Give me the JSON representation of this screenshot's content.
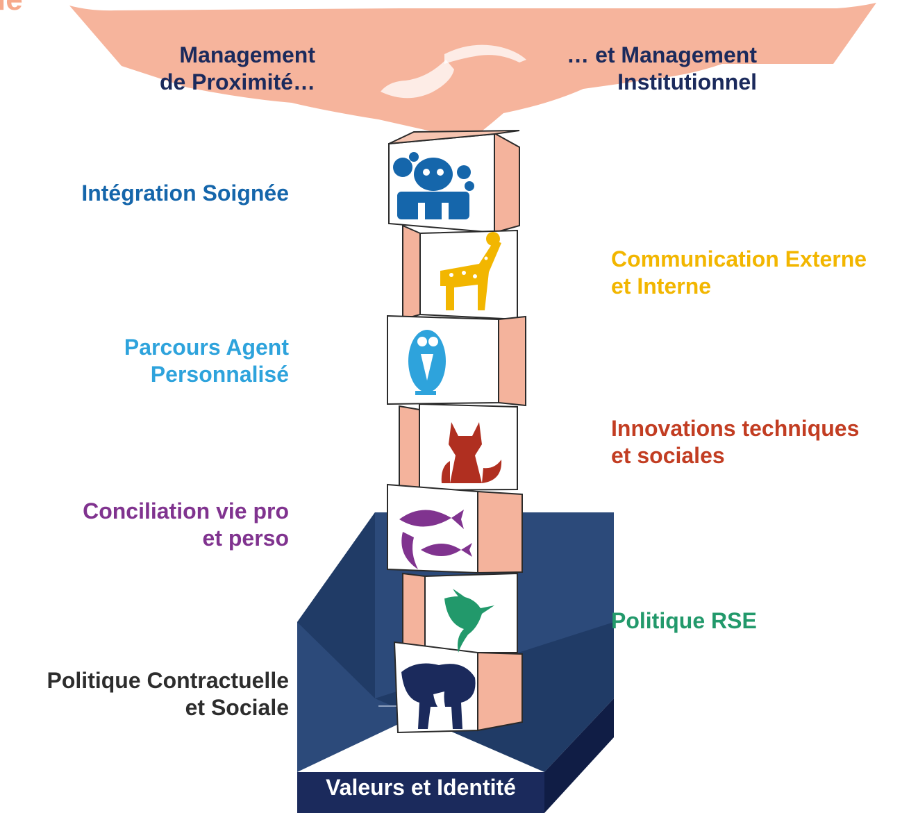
{
  "handshake": {
    "left_label": [
      "Management",
      "de Proximité…"
    ],
    "right_label": [
      "… et Management",
      "Institutionnel"
    ]
  },
  "pillars": [
    {
      "lines": [
        "Intégration Soignée"
      ],
      "side": "left",
      "color": "#1566ab",
      "icon": "panda-icon"
    },
    {
      "lines": [
        "Communication Externe",
        "et Interne"
      ],
      "side": "right",
      "color": "#f2b600",
      "icon": "giraffe-icon"
    },
    {
      "lines": [
        "Parcours Agent",
        "Personnalisé"
      ],
      "side": "left",
      "color": "#2ea3dc",
      "icon": "owl-icon"
    },
    {
      "lines": [
        "Innovations techniques",
        "et sociales"
      ],
      "side": "right",
      "color": "#c23d22",
      "icon": "fox-icon"
    },
    {
      "lines": [
        "Conciliation vie pro",
        "et perso"
      ],
      "side": "left",
      "color": "#80338f",
      "icon": "fish-icon"
    },
    {
      "lines": [
        "Politique RSE"
      ],
      "side": "right",
      "color": "#22996b",
      "icon": "hummingbird-icon"
    },
    {
      "lines": [
        "Politique Contractuelle",
        "et Sociale"
      ],
      "side": "left",
      "color": "#2d2d2d",
      "icon": "elephant-icon"
    }
  ],
  "base": {
    "label": "Valeurs et Identité",
    "color": "#2c4a7a"
  },
  "colors": {
    "navy": "#1b2a5c",
    "block_side": "#f4b39c",
    "handshake": "#f6b49c",
    "corner_text": "#f6a98b"
  }
}
